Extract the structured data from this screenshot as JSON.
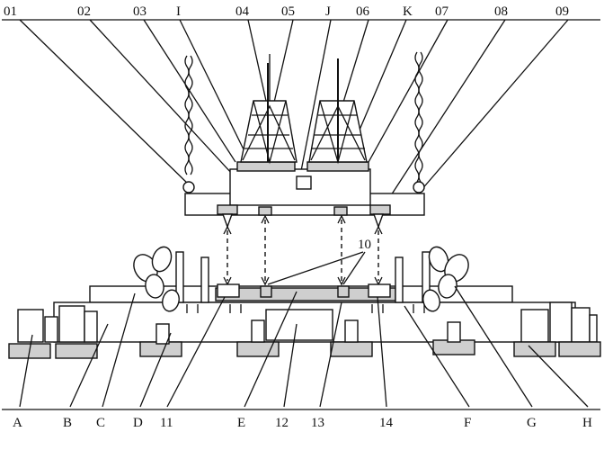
{
  "top_labels": [
    "01",
    "02",
    "03",
    "I",
    "04",
    "05",
    "J",
    "06",
    "K",
    "07",
    "08",
    "09"
  ],
  "middle_label": "10",
  "bottom_labels": [
    "A",
    "B",
    "C",
    "D",
    "11",
    "E",
    "12",
    "13",
    "14",
    "F",
    "G",
    "H"
  ]
}
